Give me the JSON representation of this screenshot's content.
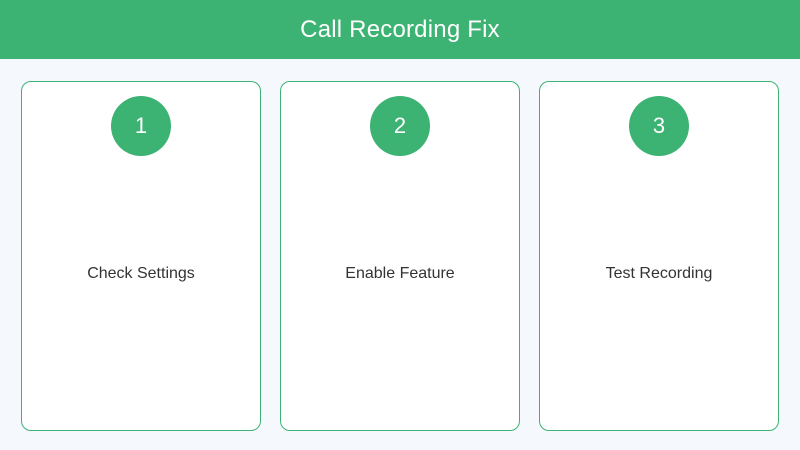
{
  "header": {
    "title": "Call Recording Fix",
    "background_color": "#3cb273",
    "text_color": "#ffffff"
  },
  "page": {
    "background_color": "#f5f9fd",
    "accent_color": "#3cb273",
    "card_background_color": "#ffffff",
    "label_color": "#333333"
  },
  "steps": [
    {
      "number": "1",
      "label": "Check Settings"
    },
    {
      "number": "2",
      "label": "Enable Feature"
    },
    {
      "number": "3",
      "label": "Test Recording"
    }
  ]
}
